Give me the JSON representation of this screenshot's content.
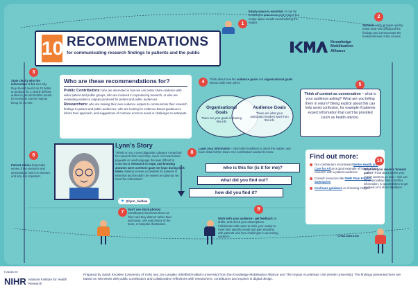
{
  "title": {
    "number": "10",
    "word": "RECOMMENDATIONS",
    "subtitle": "for communicating research findings to patients and the public"
  },
  "kma": {
    "line1": "Knowledge",
    "line2": "Mobilisation",
    "line3": "Alliance"
  },
  "who": {
    "heading": "Who are these recommendations for?",
    "public_label": "Public Contributors:",
    "public_text": "who are interested in how we can better share evidence with wider patient and public groups, who are involved in coproducing research, or who are evaluating evidence outputs produced for patient and public audiences.",
    "researchers_label": "Researchers:",
    "researchers_text": "who are making their own evidence outputs to communicate their research findings to patient and public audiences, who are looking for evidence-based guidance to inform their approach, and suggestions of common errors to avoid or challenges to anticipate."
  },
  "tips": {
    "t1": {
      "num": "1",
      "bold": "Empty space is essential",
      "text": " - it can be tempting to pack in text and images but empty space avoids overwhelming the reader."
    },
    "t2": {
      "num": "2",
      "bold": "Symbols",
      "text": " such as logos quickly make clear who produced the findings and communicate the trustworthiness of the content."
    },
    "t3": {
      "num": "3",
      "bold": "State clearly who the information is for",
      "text": " and why they should read it as it's better to produce for a clearly defined audience, as information meant for everyone can be read as being for no-one."
    },
    "t4": {
      "num": "4",
      "text1": "Think about how the ",
      "bold": "audience goals",
      "text2": " and ",
      "bold2": "organisational goals",
      "text3": " interact with each other."
    },
    "t5": {
      "num": "5",
      "bold": "Think of content as conversation",
      "text": " – what is your audience asking? What are you telling them in return? Being explicit about this can help avoid confusion, for example if patients expect information that can't be provided (such as health advice)."
    },
    "t6": {
      "num": "6",
      "bold": "Patient stories",
      "text": " help make sense of the evidence and demonstrate how it is relevant and why it is important."
    },
    "t7": {
      "num": "7",
      "bold": "Don't use stock photos!",
      "text": " Contributors interviews these as 'fake' and they distract rather than add value. Use real photos of the team, or bespoke illustrations."
    },
    "t8": {
      "num": "8",
      "bold": "Layer your information",
      "text": " – Start with headlines to orient the reader, and have detail further down. Our contributors wanted to know:"
    },
    "t9": {
      "num": "9",
      "bold": "Work with your audience - get feedback",
      "text": " on drafts, and check your assumptions. Collaborate with users to tailor your output to meet their specific needs and gain empathy with patients who face challenges in accessing evidence."
    },
    "t10": {
      "num": "10",
      "bold": "What are your readers forward paths?",
      "text": " Think about where your reader wants to go next – this can mean providing links to further information, to opportunities to get involved or to share feedback."
    }
  },
  "venn": {
    "left_title": "Organisational Goals",
    "left_text": "There are your goals in sharing this info",
    "right_title": "Audience Goals",
    "right_text": "These are what your anticipated readers want from this info"
  },
  "lynn": {
    "title": "Lynn's Story",
    "quote_1": "\"Whilst on my 4 year diagnostic odyssey I searched for research that could help, much of it was behind paywalls or used language that was difficult to understand. ",
    "quote_bold": "Research is hope, and knowing answers were out there gave me hope during dark times.",
    "quote_2": " Making reviews accessible for patients is essential and shouldn't be viewed as optional, we need the information\".",
    "handle": "@lynn_laidlaw"
  },
  "questions": {
    "q1": "who is this for (is it for me)?",
    "q2": "what did you find out?",
    "q3": "how did you find it?"
  },
  "find": {
    "heading": "Find out more:",
    "item1_pre": "Our contributors recommend ",
    "item1_link": "Better Health and Care for All",
    "item1_post": " as a good example of how to share research with a patient audience.",
    "item2_pre": "Consult resources like ",
    "item2_link": "NIHR Plain English Summaries",
    "item3_link": "Cochrane guidance",
    "item3_post": " on choosing images"
  },
  "footer": {
    "funded_by": "FUNDED BY",
    "nihr": "NIHR",
    "nihr_full": "National Institute for Health Research",
    "text": "Prepared by Sarah Knowles (University of York) and Joe Langley (Sheffield Hallam University) from the Knowledge Mobilisation Alliance and The Impact Accelerator Unit (Keele University). The findings presented here are based on interviews with public contributors and collaborative reflections with researchers, contributors and experts in digital design."
  },
  "artist_sig": "CHALKBEARD",
  "colors": {
    "background": "#5fc0c3",
    "navy": "#1f2a5c",
    "accent_red": "#e5473f",
    "accent_orange": "#ee7f33",
    "venn_left": "#c9f1ea",
    "venn_right": "#ffffff"
  }
}
